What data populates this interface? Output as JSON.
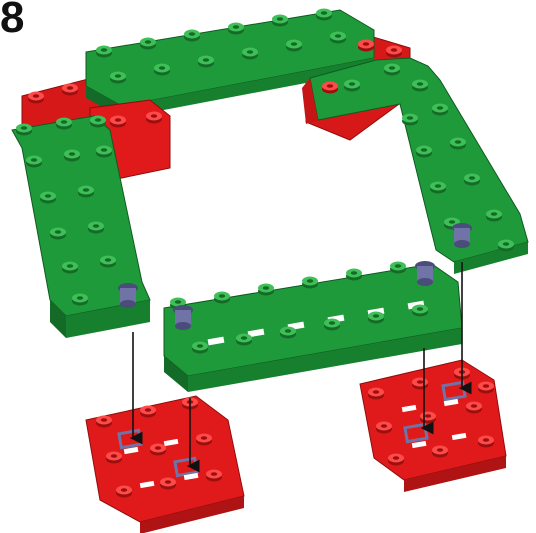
{
  "step": {
    "number": "8"
  },
  "colors": {
    "green": "#1f9a3a",
    "green_dark": "#136b27",
    "green_light": "#3fbf57",
    "red": "#e01a1a",
    "red_dark": "#9c0f0f",
    "red_light": "#ff4a4a",
    "connector": "#6f73a6",
    "connector_dark": "#4a4d7a",
    "arrow": "#111111"
  },
  "parts": [
    {
      "kind": "green-frame-top"
    },
    {
      "kind": "green-column-left"
    },
    {
      "kind": "green-column-right"
    },
    {
      "kind": "green-bar-middle"
    },
    {
      "kind": "red-block-left"
    },
    {
      "kind": "red-block-right"
    }
  ],
  "connectors": {
    "count": 4
  },
  "arrows": {
    "count": 4
  }
}
